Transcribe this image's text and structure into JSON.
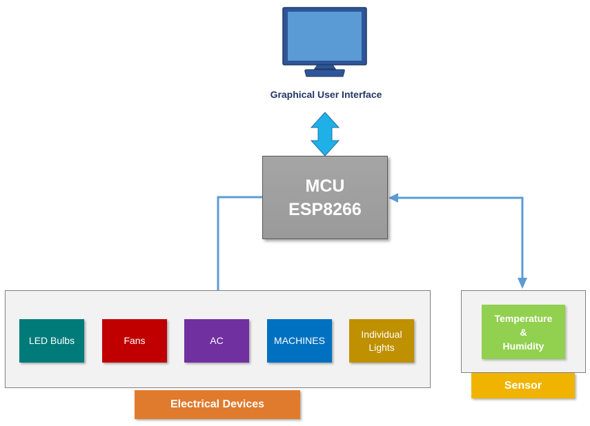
{
  "gui": {
    "label": "Graphical User Interface"
  },
  "mcu": {
    "line1": "MCU",
    "line2": "ESP8266"
  },
  "devices": [
    {
      "label": "LED Bulbs",
      "color": "#007b7a"
    },
    {
      "label": "Fans",
      "color": "#c00000"
    },
    {
      "label": "AC",
      "color": "#7030a0"
    },
    {
      "label": "MACHINES",
      "color": "#0070c0"
    },
    {
      "label": "Individual Lights",
      "color": "#bf9000"
    }
  ],
  "sensor": {
    "line1": "Temperature",
    "line2": "&",
    "line3": "Humidity",
    "color": "#92d050"
  },
  "groups": {
    "electrical": {
      "label": "Electrical Devices",
      "color": "#e07b2e"
    },
    "sensor": {
      "label": "Sensor",
      "color": "#f0b400"
    }
  },
  "colors": {
    "arrow": "#5b9bd5",
    "monitor": "#5b9bd5",
    "double_arrow": "#1fb0e8"
  }
}
